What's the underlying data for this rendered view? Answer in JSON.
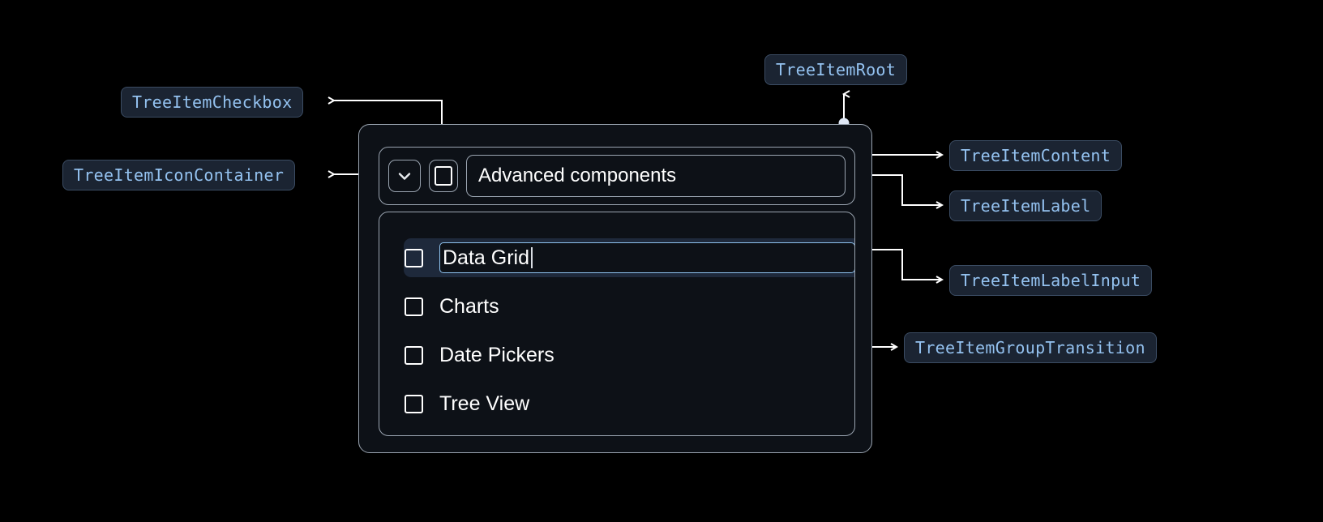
{
  "theme": {
    "background": "#000000",
    "panel_bg": "#0d1117",
    "border": "#9aa4b0",
    "anno_bg": "#1b2432",
    "anno_border": "#3b4c63",
    "anno_text": "#94c2f0",
    "text": "#ffffff",
    "selected_row_bg": "#1e293b",
    "input_border": "#8fc3ef",
    "connector": "#ffffff"
  },
  "annotations": [
    {
      "id": "tree-item-checkbox",
      "label": "TreeItemCheckbox"
    },
    {
      "id": "tree-item-icon-container",
      "label": "TreeItemIconContainer"
    },
    {
      "id": "tree-item-root",
      "label": "TreeItemRoot"
    },
    {
      "id": "tree-item-content",
      "label": "TreeItemContent"
    },
    {
      "id": "tree-item-label",
      "label": "TreeItemLabel"
    },
    {
      "id": "tree-item-label-input",
      "label": "TreeItemLabelInput"
    },
    {
      "id": "tree-item-group-transition",
      "label": "TreeItemGroupTransition"
    }
  ],
  "tree": {
    "root_item": {
      "icon": "chevron-down-icon",
      "checkbox_checked": false,
      "label": "Advanced components"
    },
    "children": [
      {
        "label": "Data Grid",
        "checked": false,
        "editing": true,
        "selected": true
      },
      {
        "label": "Charts",
        "checked": false,
        "editing": false,
        "selected": false
      },
      {
        "label": "Date Pickers",
        "checked": false,
        "editing": false,
        "selected": false
      },
      {
        "label": "Tree View",
        "checked": false,
        "editing": false,
        "selected": false
      }
    ]
  }
}
